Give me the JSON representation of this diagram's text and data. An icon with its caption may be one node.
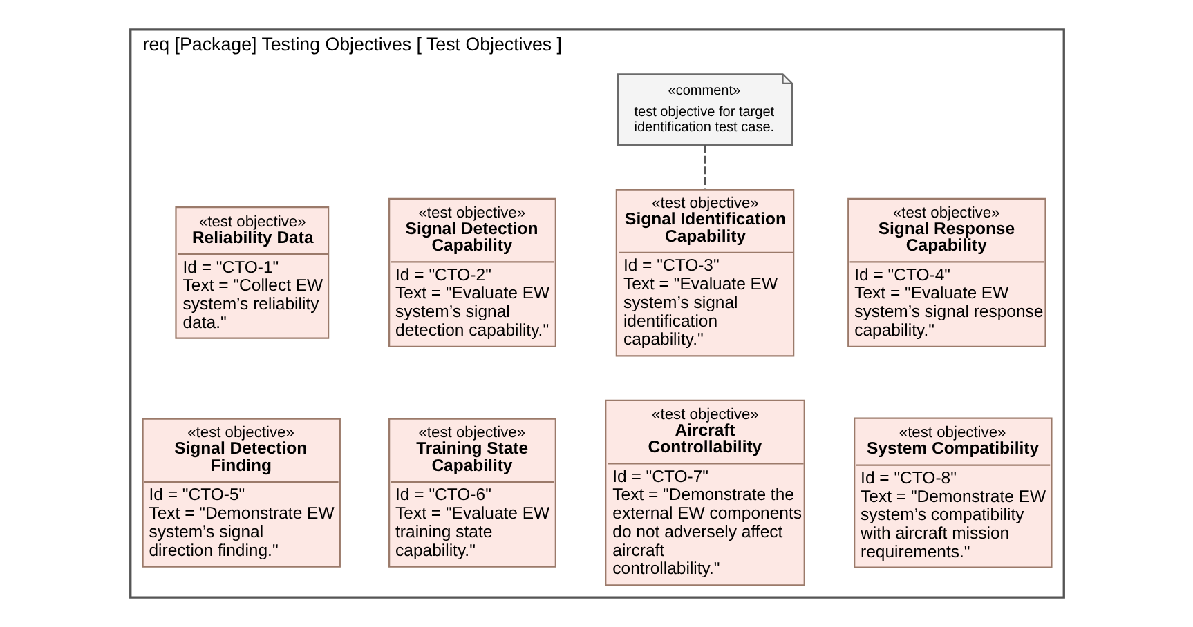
{
  "diagram": {
    "nodes": [
      {
        "text": [
          "req [Package] Testing Objectives [ Test Objectives ]"
        ]
      },
      {
        "text": [
          "«comment»",
          "test objective for target identification test case."
        ],
        "in": 0
      },
      {
        "text": [
          "«test objective»",
          "Reliability Data",
          "Id = \"CTO-1\"",
          "Text = \"Collect EW system’s reliability data.\""
        ],
        "in": 0
      },
      {
        "text": [
          "«test objective»",
          "Signal Detection Capability",
          "Id = \"CTO-2\"",
          "Text = \"Evaluate EW system’s signal detection capability.\""
        ],
        "in": 0
      },
      {
        "text": [
          "«test objective»",
          "Signal Identification Capability",
          "Id = \"CTO-3\"",
          "Text = \"Evaluate EW system’s signal identification capability.\""
        ],
        "in": 0
      },
      {
        "text": [
          "«test objective»",
          "Signal Response Capability",
          "Id = \"CTO-4\"",
          "Text = \"Evaluate EW system’s signal response capability.\""
        ],
        "in": 0
      },
      {
        "text": [
          "«test objective»",
          "Signal Detection Finding",
          "Id = \"CTO-5\"",
          "Text = \"Demonstrate EW system’s signal direction finding.\""
        ],
        "in": 0
      },
      {
        "text": [
          "«test objective»",
          "Training State Capability",
          "Id = \"CTO-6\"",
          "Text = \"Evaluate EW training state capability.\""
        ],
        "in": 0
      },
      {
        "text": [
          "«test objective»",
          "Aircraft Controllability",
          "Id = \"CTO-7\"",
          "Text = \"Demonstrate the external EW components do not adversely affect aircraft controllability.\""
        ],
        "in": 0
      },
      {
        "text": [
          "«test objective»",
          "System Compatibility",
          "Id = \"CTO-8\"",
          "Text = \"Demonstrate EW system’s compatibility with aircraft mission requirements.\""
        ],
        "in": 0
      }
    ],
    "edges": [
      {
        "from": 1,
        "to": 4,
        "arrow": "none",
        "style": "dashed"
      }
    ]
  }
}
